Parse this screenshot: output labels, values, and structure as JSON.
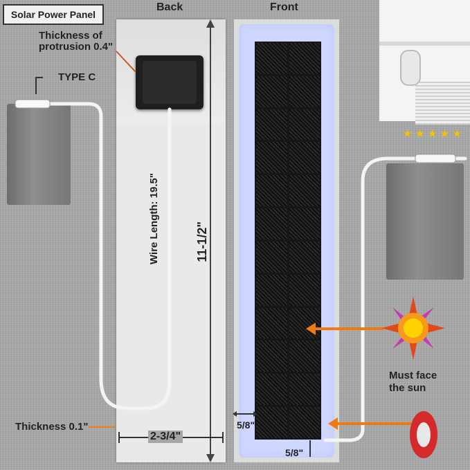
{
  "title": "Solar Power Panel",
  "labels": {
    "back": "Back",
    "front": "Front",
    "thickness_protrusion_line1": "Thickness of",
    "thickness_protrusion_line2": "protrusion 0.4\"",
    "type_c": "TYPE C",
    "wire_length": "Wire Length: 19.5\"",
    "height": "11-1/2\"",
    "thickness": "Thickness 0.1\"",
    "width": "2-3/4\"",
    "margin_left": "5/8\"",
    "margin_bottom": "5/8\"",
    "must_face_line1": "Must face",
    "must_face_line2": "the sun"
  },
  "rating_stars": 5,
  "colors": {
    "arrow": "#f07a12",
    "panel_cells": "#161616",
    "glow": "#cfd6ff",
    "stars": "#f5c400"
  },
  "icons": [
    "sun-icon",
    "tape-roll-icon",
    "usb-c-connector-icon",
    "star-icon"
  ]
}
